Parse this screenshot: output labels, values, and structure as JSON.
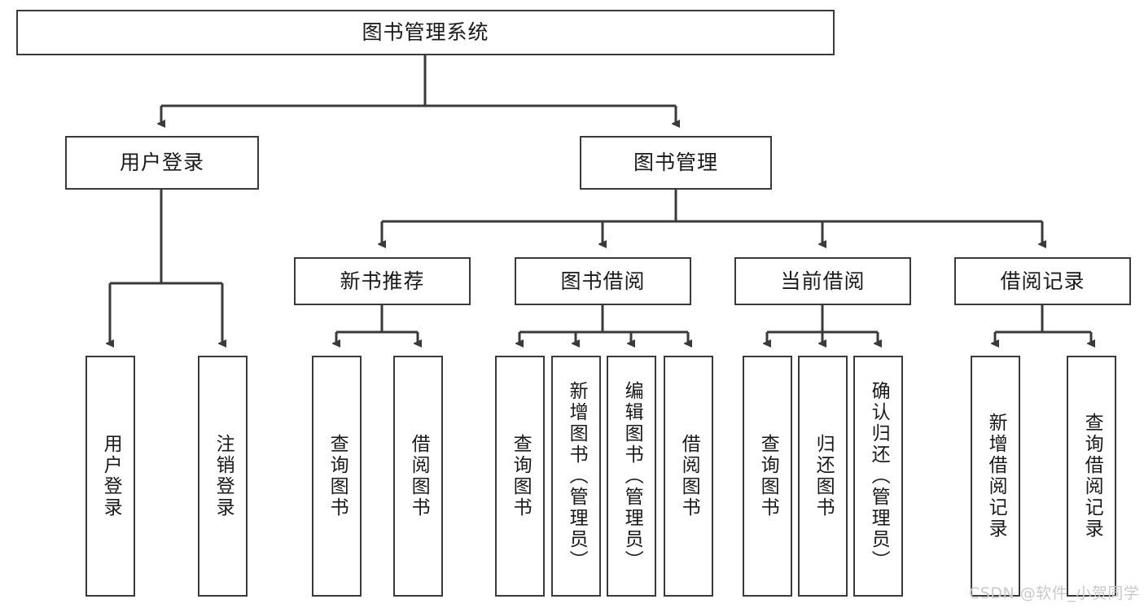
{
  "diagram": {
    "type": "tree",
    "orientation": "top-down",
    "title_node": "图书管理系统",
    "colors": {
      "box_border": "#3a3a3a",
      "box_fill": "#ffffff",
      "connector": "#3a3a3a",
      "text": "#1a1a1a",
      "watermark": "#c9c9c9",
      "background": "#ffffff"
    },
    "root": {
      "label": "图书管理系统"
    },
    "level2": [
      {
        "label": "用户登录"
      },
      {
        "label": "图书管理"
      }
    ],
    "level3": [
      {
        "label": "新书推荐"
      },
      {
        "label": "图书借阅"
      },
      {
        "label": "当前借阅"
      },
      {
        "label": "借阅记录"
      }
    ],
    "leaves": {
      "user_login": [
        {
          "label": "用户登录"
        },
        {
          "label": "注销登录"
        }
      ],
      "new_book_recommend": [
        {
          "label": "查询图书"
        },
        {
          "label": "借阅图书"
        }
      ],
      "book_borrow": [
        {
          "label": "查询图书"
        },
        {
          "label": "新增图书（管理员）"
        },
        {
          "label": "编辑图书（管理员）"
        },
        {
          "label": "借阅图书"
        }
      ],
      "current_borrow": [
        {
          "label": "查询图书"
        },
        {
          "label": "归还图书"
        },
        {
          "label": "确认归还（管理员）"
        }
      ],
      "borrow_record": [
        {
          "label": "新增借阅记录"
        },
        {
          "label": "查询借阅记录"
        }
      ]
    },
    "watermark": "CSDN @软件_小贺同学"
  }
}
